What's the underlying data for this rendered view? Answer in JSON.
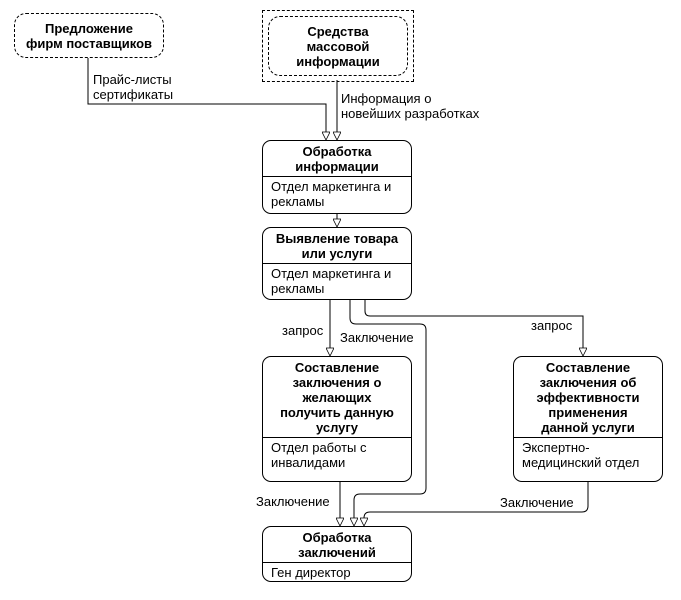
{
  "externals": {
    "suppliers": "Предложение\nфирм поставщиков",
    "media": "Средства\nмассовой\nинформации"
  },
  "blocks": {
    "processing": {
      "title": "Обработка\nинформации",
      "dept": "Отдел маркетинга и\nрекламы"
    },
    "identify": {
      "title": "Выявление товара\nили услуги",
      "dept": "Отдел маркетинга и\nрекламы"
    },
    "conclusion_wishing": {
      "title": "Составление\nзаключения о\nжелающих\nполучить данную\nуслугу",
      "dept": "Отдел работы с\nинвалидами"
    },
    "conclusion_efficiency": {
      "title": "Составление\nзаключения об\nэффективности\nприменения\nданной услуги",
      "dept": "Экспертно-\nмедицинский  отдел"
    },
    "conclusions_processing": {
      "title": "Обработка\nзаключений",
      "dept": "Ген директор"
    }
  },
  "labels": {
    "price_lists": "Прайс-листы\nсертификаты",
    "news_info": "Информация о\nновейших разработках",
    "request_left": "запрос",
    "conclusion_mid": "Заключение",
    "request_right": "запрос",
    "conclusion_bottom_left": "Заключение",
    "conclusion_bottom_right": "Заключение"
  }
}
